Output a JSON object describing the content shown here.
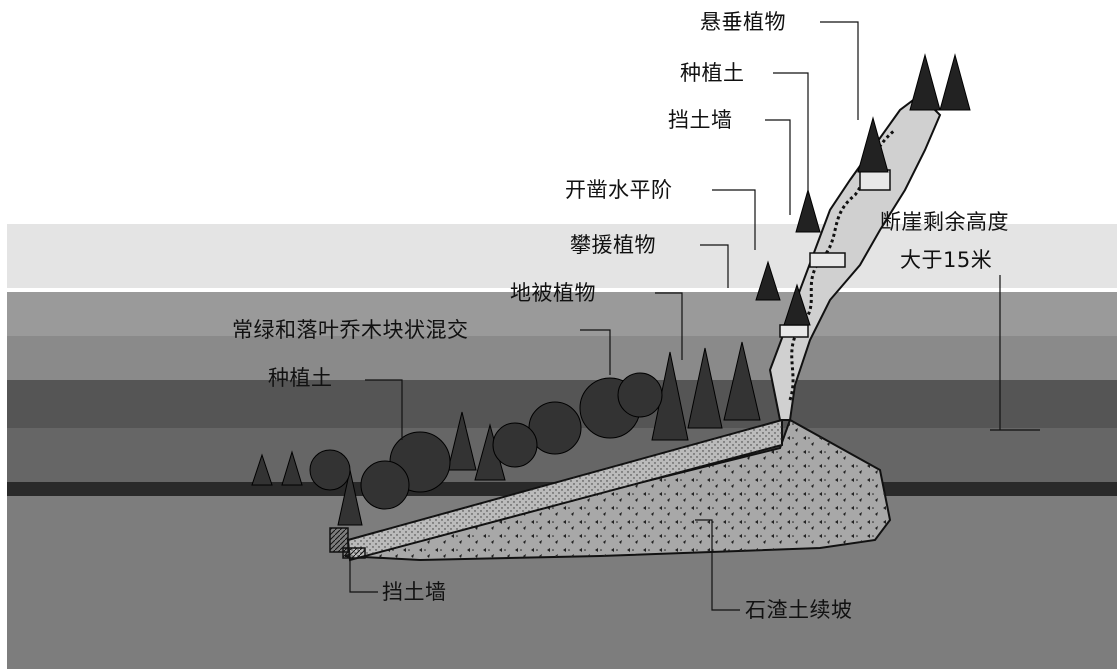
{
  "labels": {
    "hanging_plants": "悬垂植物",
    "planting_soil_top": "种植土",
    "retaining_wall_top": "挡土墙",
    "horizontal_terrace": "开凿水平阶",
    "climbing_plants": "攀援植物",
    "ground_cover": "地被植物",
    "mixed_forest": "常绿和落叶乔木块状混交",
    "planting_soil_bottom": "种植土",
    "cliff_height_line1": "断崖剩余高度",
    "cliff_height_line2": "大于15米",
    "retaining_wall_bottom": "挡土墙",
    "rubble_slope": "石渣土续坡"
  },
  "colors": {
    "band_light": "#e6e6e6",
    "band_mid": "#8f8f8f",
    "band_dark": "#5c5c5c",
    "band_darker": "#4a4a4a",
    "ink": "#111111"
  }
}
